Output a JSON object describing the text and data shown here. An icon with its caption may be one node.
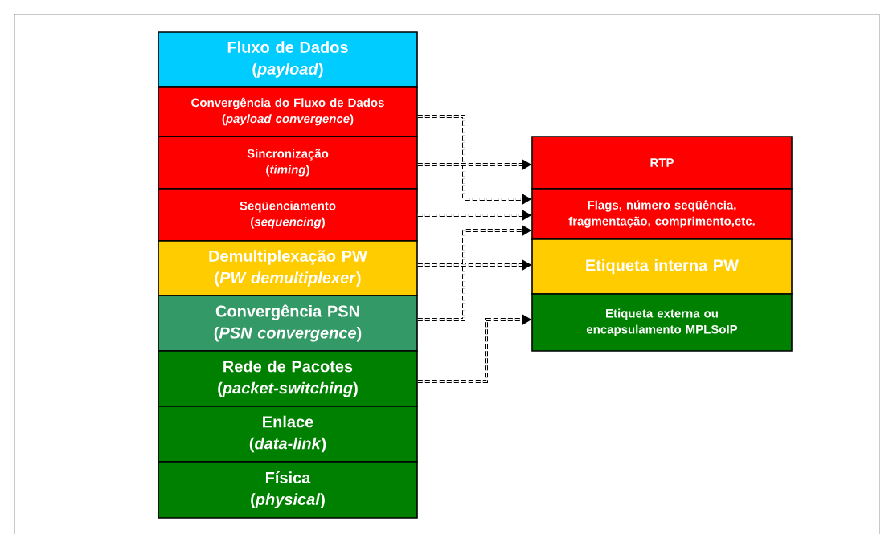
{
  "diagram": {
    "nodes": [
      {
        "text": [
          "Fluxo de Dados",
          "(*payload*)"
        ]
      },
      {
        "text": [
          "Convergência do Fluxo de Dados",
          "(*payload convergence*)"
        ]
      },
      {
        "text": [
          "Sincronização",
          "(*timing*)"
        ]
      },
      {
        "text": [
          "Seqüenciamento",
          "(*sequencing*)"
        ]
      },
      {
        "text": [
          "Demultiplexação PW",
          "(*PW demultiplexer*)"
        ]
      },
      {
        "text": [
          "Convergência PSN",
          "(*PSN convergence*)"
        ]
      },
      {
        "text": [
          "Rede de Pacotes",
          "(*packet-switching*)"
        ]
      },
      {
        "text": [
          "Enlace",
          "(*data-link*)"
        ]
      },
      {
        "text": [
          "Física",
          "(*physical*)"
        ]
      },
      {
        "text": [
          "RTP"
        ]
      },
      {
        "text": [
          "Flags, número seqüência, fragmentação, comprimento,etc."
        ]
      },
      {
        "text": [
          "Etiqueta interna PW"
        ]
      },
      {
        "text": [
          "Etiqueta externa ou encapsulamento MPLSoIP"
        ]
      }
    ],
    "edges": [
      {
        "from": 1,
        "to": 10,
        "arrow": "to",
        "style": "dashed"
      },
      {
        "from": 2,
        "to": 9,
        "arrow": "to",
        "style": "dashed"
      },
      {
        "from": 3,
        "to": 10,
        "arrow": "to",
        "style": "dashed"
      },
      {
        "from": 4,
        "to": 11,
        "arrow": "to",
        "style": "dashed"
      },
      {
        "from": 5,
        "to": 10,
        "arrow": "to",
        "style": "dashed"
      },
      {
        "from": 6,
        "to": 12,
        "arrow": "to",
        "style": "dashed"
      }
    ]
  }
}
